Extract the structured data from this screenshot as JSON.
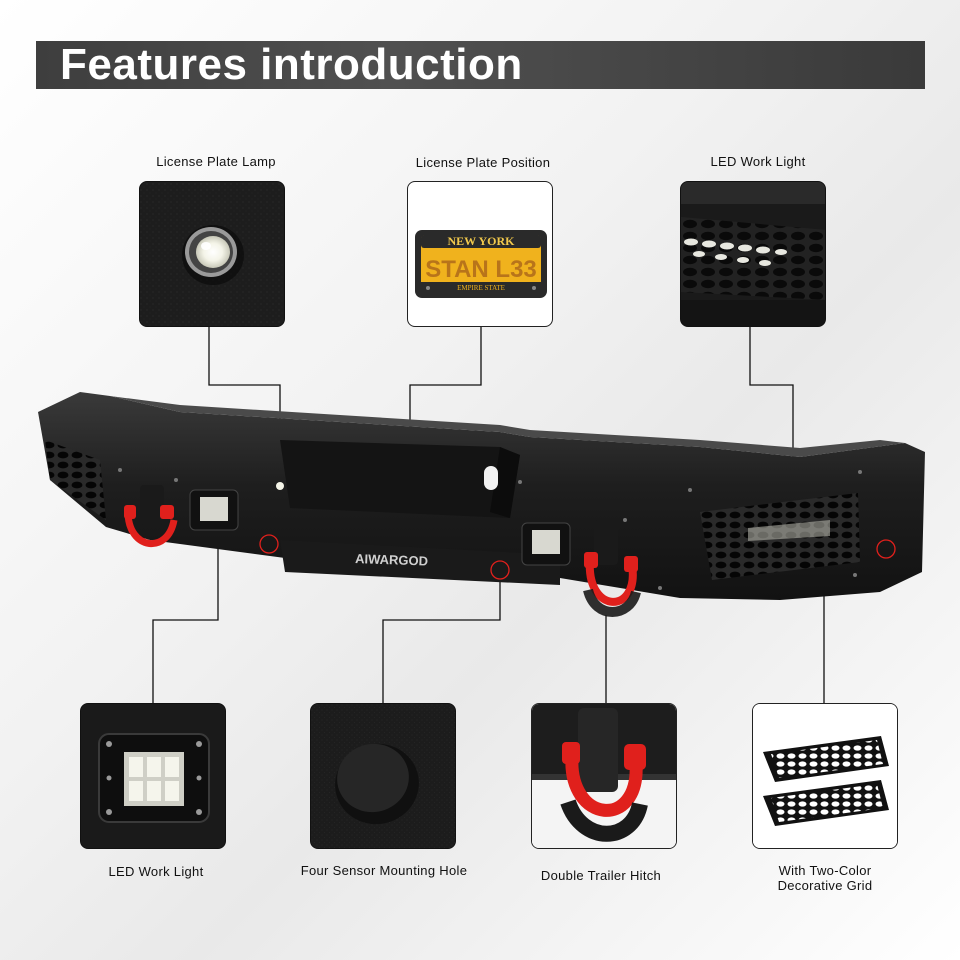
{
  "header": {
    "title": "Features introduction"
  },
  "features_top": [
    {
      "label": "License Plate Lamp"
    },
    {
      "label": "License Plate Position"
    },
    {
      "label": "LED Work Light"
    }
  ],
  "features_bottom": [
    {
      "label": "LED Work Light"
    },
    {
      "label": "Four Sensor Mounting Hole"
    },
    {
      "label": "Double Trailer Hitch"
    },
    {
      "label": "With Two-Color",
      "label_line2": "Decorative Grid"
    }
  ],
  "plate": {
    "state": "NEW YORK",
    "number": "STAN L33",
    "motto": "EMPIRE STATE"
  },
  "brand": {
    "logo_text": "AIWARGOD"
  },
  "colors": {
    "title_bar": "#454545",
    "shackle": "#e0201c",
    "plate_yellow": "#f0b21d",
    "body_black": "#1e1e1e"
  }
}
